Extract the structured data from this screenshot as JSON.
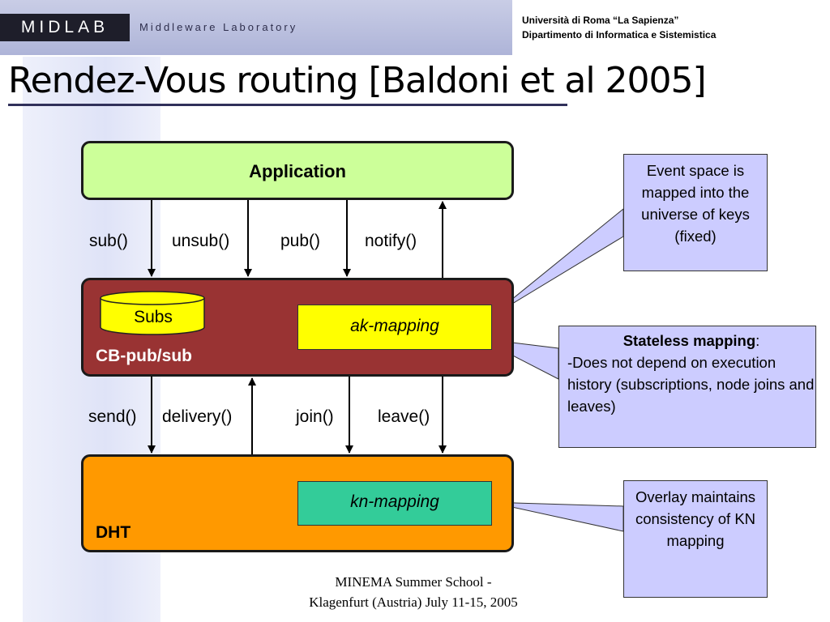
{
  "header": {
    "logo": "MIDLAB",
    "logo_subtitle": "Middleware Laboratory",
    "university_line1": "Università di Roma “La Sapienza”",
    "university_line2": "Dipartimento di Informatica e Sistemistica"
  },
  "title": "Rendez-Vous routing [Baldoni et al 2005]",
  "diagram": {
    "application": "Application",
    "upper_calls": [
      "sub()",
      "unsub()",
      "pub()",
      "notify()"
    ],
    "cb_layer": "CB-pub/sub",
    "subs": "Subs",
    "ak_mapping": "ak-mapping",
    "lower_calls": [
      "send()",
      "delivery()",
      "join()",
      "leave()"
    ],
    "dht_layer": "DHT",
    "kn_mapping": "kn-mapping"
  },
  "notes": {
    "event_space": "Event space is mapped into the universe of keys (fixed)",
    "stateless_title": "Stateless mapping",
    "stateless_colon": ":",
    "stateless_body": "-Does not depend on execution history (subscriptions, node joins and leaves)",
    "overlay": "Overlay maintains consistency of KN mapping"
  },
  "footer": {
    "line1": "MINEMA Summer School -",
    "line2": "Klagenfurt (Austria) July 11-15, 2005"
  },
  "colors": {
    "application": "#ccff99",
    "cb_layer": "#993333",
    "dht_layer": "#ff9900",
    "ak_mapping": "#ffff00",
    "kn_mapping": "#33cc99",
    "notes": "#ccccff"
  }
}
